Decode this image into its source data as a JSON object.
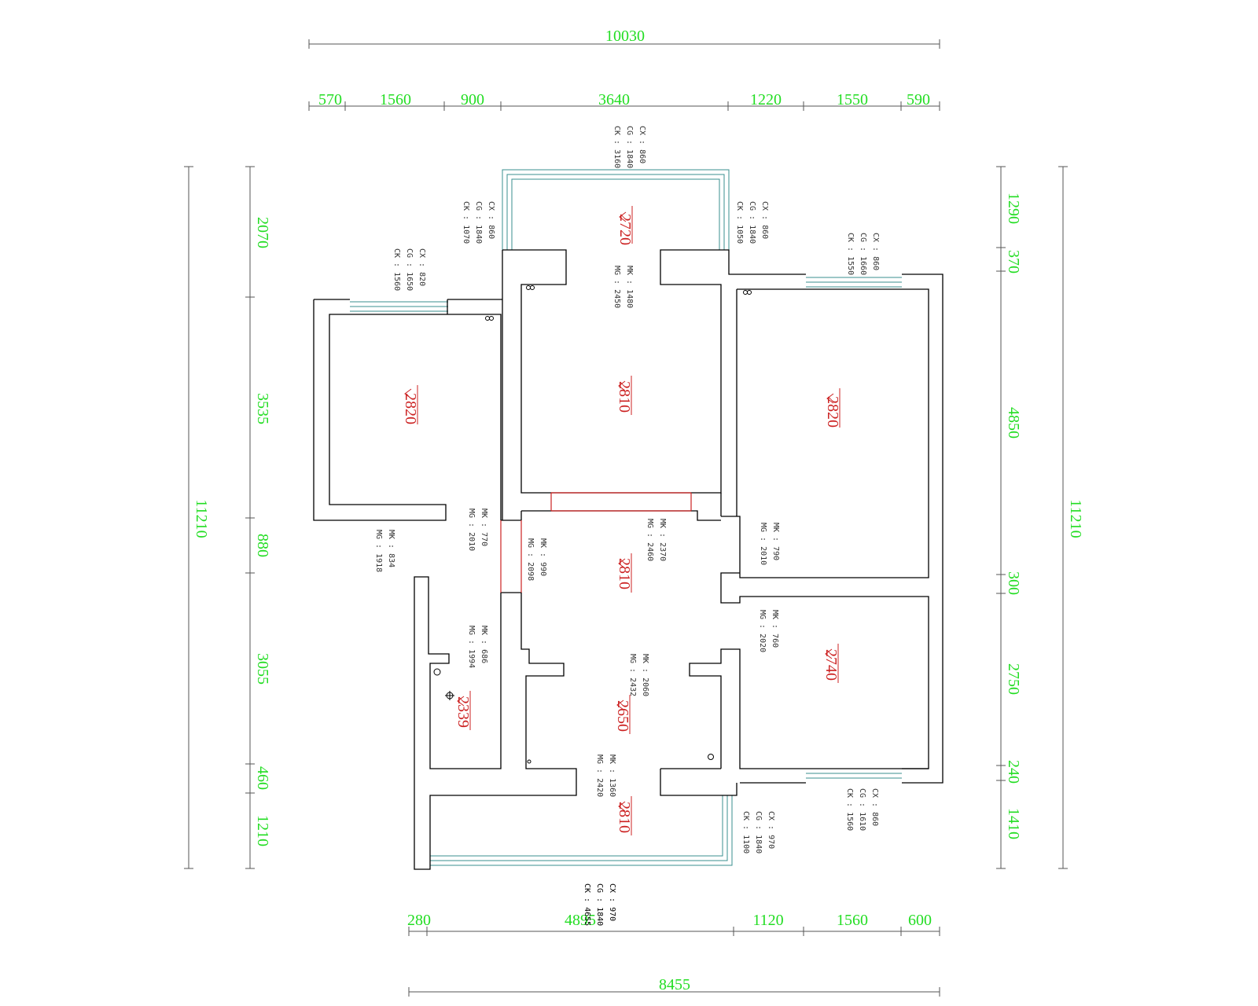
{
  "dimensions": {
    "overall_top": "10030",
    "top_segments": [
      "570",
      "1560",
      "900",
      "3640",
      "1220",
      "1550",
      "590"
    ],
    "left_overall": "11210",
    "left_segments": [
      "2070",
      "3535",
      "880",
      "3055",
      "460",
      "1210"
    ],
    "right_overall": "11210",
    "right_segments": [
      "1290",
      "370",
      "4850",
      "300",
      "2750",
      "240",
      "1410"
    ],
    "bottom_segments": [
      "280",
      "4895",
      "1120",
      "1560",
      "600"
    ],
    "overall_bottom": "8455"
  },
  "windows": [
    {
      "cx": "CX : 860",
      "cg": "CG : 1840",
      "ck": "CK : 3160"
    },
    {
      "cx": "CX : 860",
      "cg": "CG : 1840",
      "ck": "CK : 1070"
    },
    {
      "cx": "CX : 860",
      "cg": "CG : 1840",
      "ck": "CK : 1050"
    },
    {
      "cx": "CX : 860",
      "cg": "CG : 1660",
      "ck": "CK : 1550"
    },
    {
      "cx": "CX : 820",
      "cg": "CG : 1650",
      "ck": "CK : 1560"
    },
    {
      "cx": "CX : 970",
      "cg": "CG : 1840",
      "ck": "CK : 1100"
    },
    {
      "cx": "CX : 860",
      "cg": "CG : 1610",
      "ck": "CK : 1560"
    },
    {
      "cx": "CX : 970",
      "cg": "CG : 1840",
      "ck": "CK : 4655"
    }
  ],
  "doors": [
    {
      "mk": "MK : 1480",
      "mg": "MG : 2450"
    },
    {
      "mk": "MK : 770",
      "mg": "MG : 2010"
    },
    {
      "mk": "MK : 834",
      "mg": "MG : 1918"
    },
    {
      "mk": "MK : 2370",
      "mg": "MG : 2460"
    },
    {
      "mk": "MK : 990",
      "mg": "MG : 2098"
    },
    {
      "mk": "MK : 790",
      "mg": "MG : 2010"
    },
    {
      "mk": "MK : 686",
      "mg": "MG : 1994"
    },
    {
      "mk": "MK : 760",
      "mg": "MG : 2020"
    },
    {
      "mk": "MK : 2060",
      "mg": "MG : 2432"
    },
    {
      "mk": "MK : 1360",
      "mg": "MG : 2420"
    }
  ],
  "ceiling_heights": [
    "2720",
    "2820",
    "2810",
    "2820",
    "2810",
    "2740",
    "2339",
    "2650",
    "2810"
  ],
  "colors": {
    "dimension": "#22dd22",
    "height": "#cc2222",
    "wall": "#000000",
    "window": "#3a8f8f"
  }
}
